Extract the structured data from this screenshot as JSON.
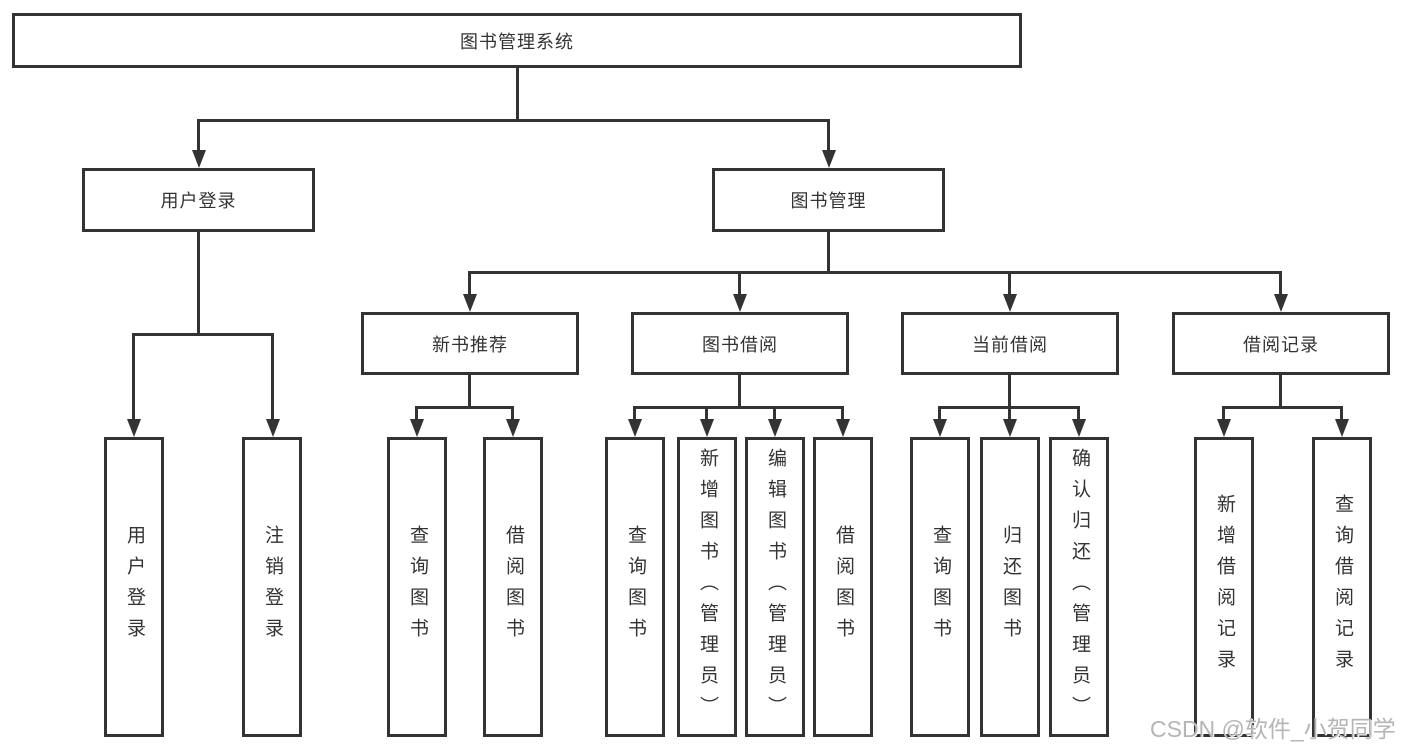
{
  "root_label": "图书管理系统",
  "level2": [
    {
      "id": "user-login",
      "label": "用户登录"
    },
    {
      "id": "book-management",
      "label": "图书管理"
    }
  ],
  "level3": [
    {
      "id": "new-book-recommend",
      "label": "新书推荐"
    },
    {
      "id": "book-borrow",
      "label": "图书借阅"
    },
    {
      "id": "current-borrow",
      "label": "当前借阅"
    },
    {
      "id": "borrow-records",
      "label": "借阅记录"
    }
  ],
  "leaves": {
    "user_login": [
      "用户登录",
      "注销登录"
    ],
    "new_book_recommend": [
      "查询图书",
      "借阅图书"
    ],
    "book_borrow": [
      "查询图书",
      "新增图书（管理员）",
      "编辑图书（管理员）",
      "借阅图书"
    ],
    "current_borrow": [
      "查询图书",
      "归还图书",
      "确认归还（管理员）"
    ],
    "borrow_records": [
      "新增借阅记录",
      "查询借阅记录"
    ]
  },
  "watermark": "CSDN @软件_小贺同学",
  "colors": {
    "line": "#333333",
    "text": "#333333",
    "watermark": "#b5b5b5",
    "background": "#ffffff"
  }
}
